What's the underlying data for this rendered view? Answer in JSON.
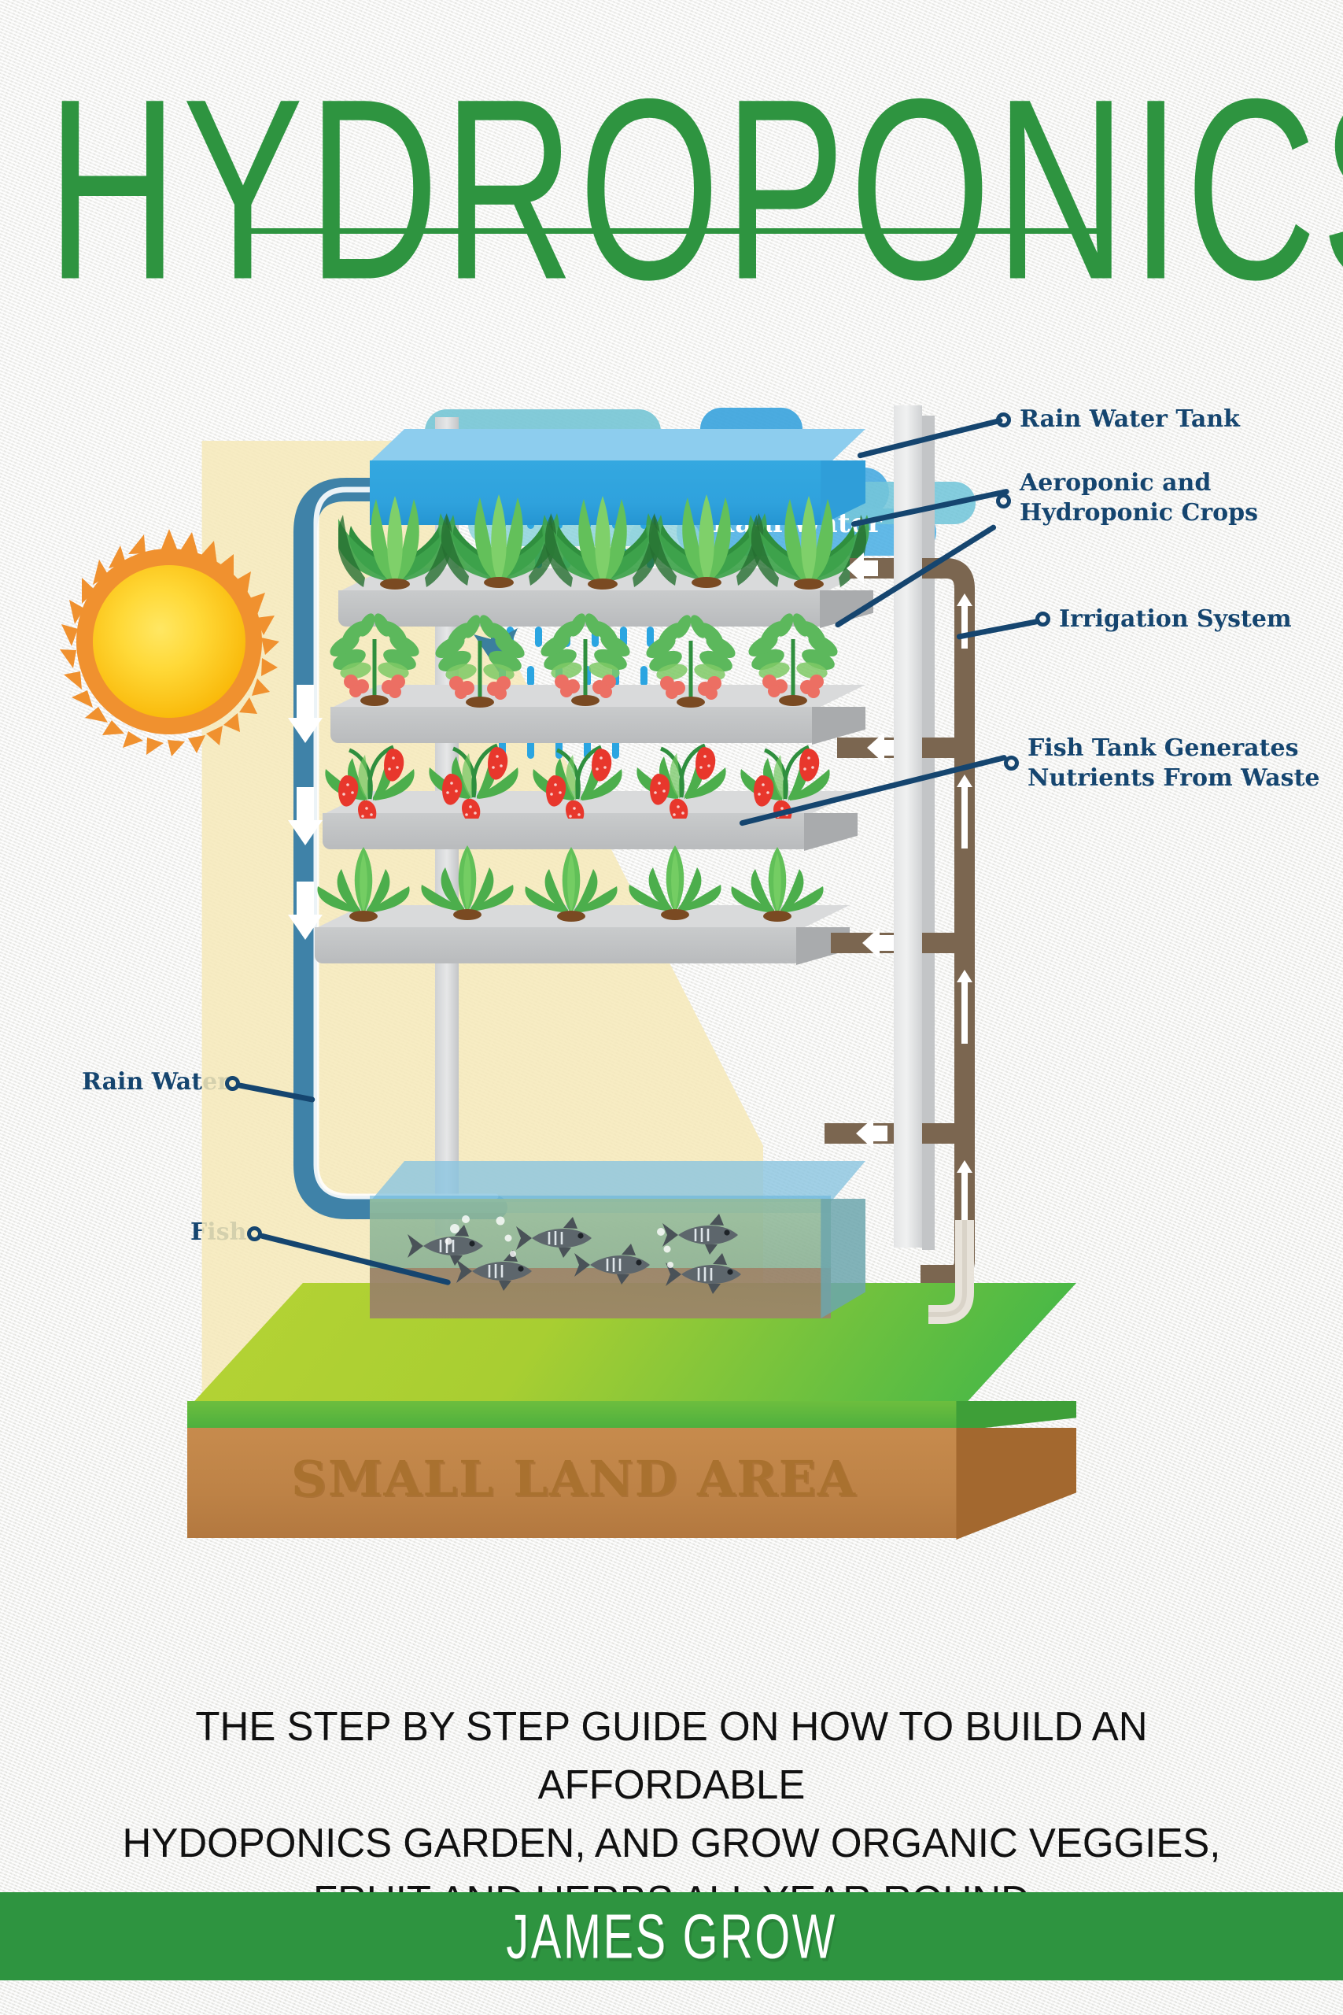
{
  "cover": {
    "title": "HYDROPONICS",
    "subtitle_lines": [
      "THE STEP BY STEP GUIDE ON HOW TO BUILD AN AFFORDABLE",
      "HYDOPONICS GARDEN, AND GROW ORGANIC VEGGIES,",
      "FRUIT AND HERBS ALL YEAR ROUND"
    ],
    "author": "JAMES GROW",
    "colors": {
      "title_green": "#2e9440",
      "band_green": "#2e9440",
      "label_navy": "#15456f",
      "background": "#f5f5f2",
      "water_blue": "#34a8e0",
      "sun_orange": "#f0912f",
      "sun_yellow": "#ffd52d",
      "pipe_brown": "#7b6650",
      "soil_brown": "#bd8246",
      "grass_green": "#a8ce32",
      "light_cone": "#f6e9b8"
    }
  },
  "illustration": {
    "cloud_label": "Rain Water",
    "ground_label": "SMALL LAND AREA",
    "callouts": [
      {
        "id": "rain-water-tank",
        "text": "Rain Water Tank"
      },
      {
        "id": "aeroponic-hydroponic-crops",
        "text": "Aeroponic and\nHydroponic Crops"
      },
      {
        "id": "irrigation-system",
        "text": "Irrigation System"
      },
      {
        "id": "fish-tank-nutrients",
        "text": "Fish Tank Generates\nNutrients From Waste"
      },
      {
        "id": "rain-water",
        "text": "Rain Water"
      },
      {
        "id": "fish",
        "text": "Fish"
      }
    ],
    "shelves": [
      {
        "id": "shelf-leafy-greens",
        "crop": "leafy-greens",
        "plant_count": 5
      },
      {
        "id": "shelf-berry-plants",
        "crop": "berry-plants",
        "plant_count": 5
      },
      {
        "id": "shelf-strawberries",
        "crop": "strawberries",
        "plant_count": 5
      },
      {
        "id": "shelf-herbs",
        "crop": "herbs",
        "plant_count": 5
      }
    ],
    "fish_count": 6,
    "icons": {
      "sun": "sun-icon",
      "cloud": "cloud-icon",
      "rain": "rain-icon",
      "fish": "fish-icon",
      "arrow_down": "arrow-down-icon",
      "arrow_up": "arrow-up-icon",
      "arrow_left": "arrow-left-icon"
    }
  }
}
